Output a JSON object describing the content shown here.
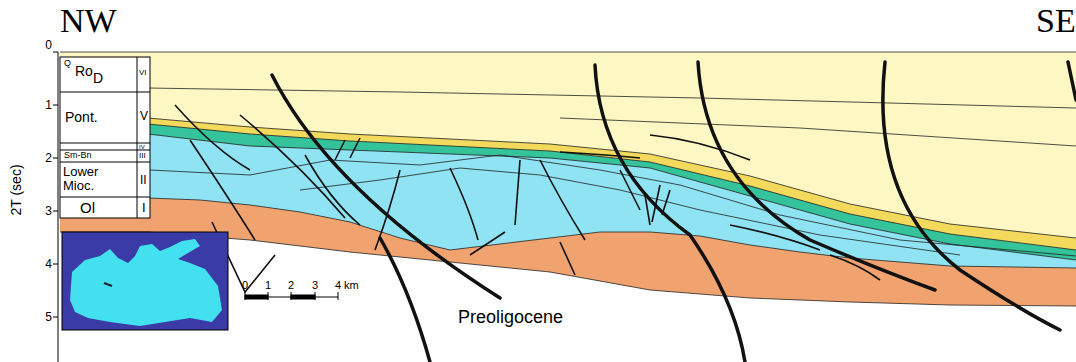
{
  "diagram": {
    "labels": [
      "NW",
      "SE",
      "0",
      "1",
      "2",
      "3",
      "4",
      "5",
      "2T (sec)",
      "Q",
      "Ro",
      "D",
      "VI",
      "Pont.",
      "V",
      "IV",
      "Sm-Bn",
      "III",
      "Lower Mioc.",
      "II",
      "Ol",
      "I",
      "0",
      "1",
      "2",
      "3",
      "4",
      "km",
      "Preoligocene"
    ]
  }
}
